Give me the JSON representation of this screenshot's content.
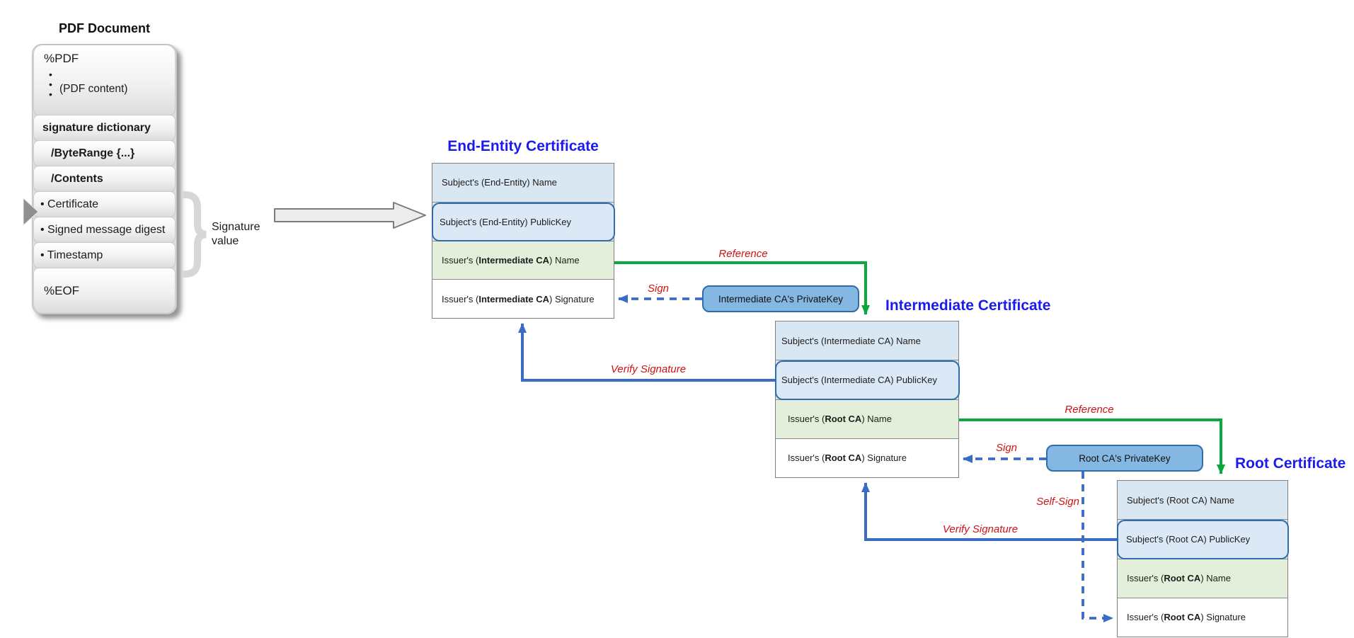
{
  "pdf_document": {
    "title": "PDF Document",
    "pdf_marker": "%PDF",
    "dots": "•\n•\n•",
    "content_note": "(PDF content)",
    "bars": [
      "signature dictionary",
      "/ByteRange  {...}",
      "/Contents",
      "• Certificate",
      "• Signed message digest",
      "• Timestamp"
    ],
    "footer_marker": "%EOF",
    "annotation": "Signature value"
  },
  "certificates": [
    {
      "title": "End-Entity Certificate",
      "rows": [
        {
          "pre": "Subject's (End-Entity) Name",
          "bold": "",
          "post": ""
        },
        {
          "pre": "Subject's (End-Entity) PublicKey",
          "bold": "",
          "post": ""
        },
        {
          "pre": "Issuer's (",
          "bold": "Intermediate CA",
          "post": ") Name"
        },
        {
          "pre": "Issuer's (",
          "bold": "Intermediate CA",
          "post": ") Signature"
        }
      ]
    },
    {
      "title": "Intermediate Certificate",
      "rows": [
        {
          "pre": "Subject's (Intermediate CA) Name",
          "bold": "",
          "post": ""
        },
        {
          "pre": "Subject's (Intermediate CA) PublicKey",
          "bold": "",
          "post": ""
        },
        {
          "pre": "Issuer's (",
          "bold": "Root CA",
          "post": ") Name"
        },
        {
          "pre": "Issuer's (",
          "bold": "Root CA",
          "post": ") Signature"
        }
      ]
    },
    {
      "title": "Root Certificate",
      "rows": [
        {
          "pre": "Subject's (Root CA) Name",
          "bold": "",
          "post": ""
        },
        {
          "pre": "Subject's (Root CA) PublicKey",
          "bold": "",
          "post": ""
        },
        {
          "pre": "Issuer's (",
          "bold": "Root CA",
          "post": ") Name"
        },
        {
          "pre": "Issuer's (",
          "bold": "Root CA",
          "post": ") Signature"
        }
      ]
    }
  ],
  "private_keys": [
    {
      "label": "Intermediate CA's PrivateKey"
    },
    {
      "label": "Root CA's PrivateKey"
    }
  ],
  "edge_labels": {
    "reference_1": "Reference",
    "sign_1": "Sign",
    "verify_1": "Verify Signature",
    "reference_2": "Reference",
    "sign_2": "Sign",
    "self_sign": "Self-Sign",
    "verify_2": "Verify Signature"
  },
  "colors": {
    "certificate_title_blue": "#1b1bf0",
    "reference_arrow_green": "#0ca83f",
    "sign_verify_arrow_blue": "#3a6cc6",
    "edge_label_red": "#cc1212",
    "subject_row_blue": "#d9e7f3",
    "issuer_name_row_green": "#e3efda",
    "publickey_border_blue": "#2e6cad",
    "privatekey_fill_blue": "#84b7e2"
  }
}
